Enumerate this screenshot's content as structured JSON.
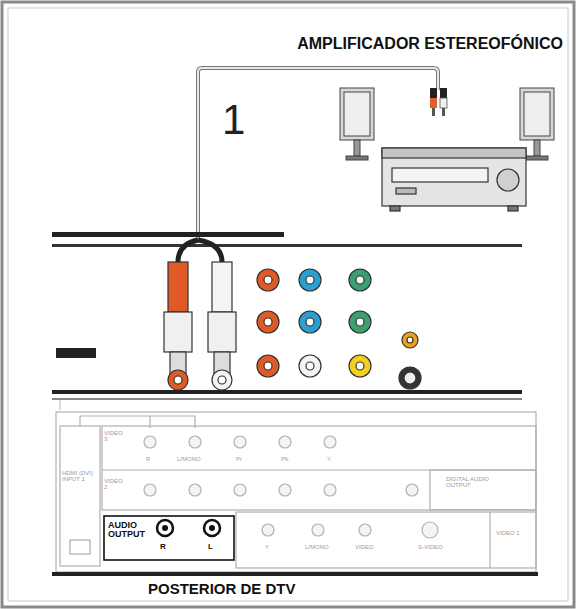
{
  "diagram": {
    "labels": [
      "AMPLIFICADOR ESTEREOFÓNICO",
      "1",
      "VIDEO 3",
      "VIDEO 2",
      "R",
      "L/MONO",
      "Pr",
      "Pb",
      "Y",
      "HDMI (DVI) INPUT 1",
      "DIGITAL AUDIO OUTPUT",
      "AUDIO OUTPUT",
      "R",
      "L",
      "Y",
      "L/MONO",
      "VIDEO",
      "S-VIDEO",
      "VIDEO 1",
      "POSTERIOR DE DTV"
    ]
  }
}
